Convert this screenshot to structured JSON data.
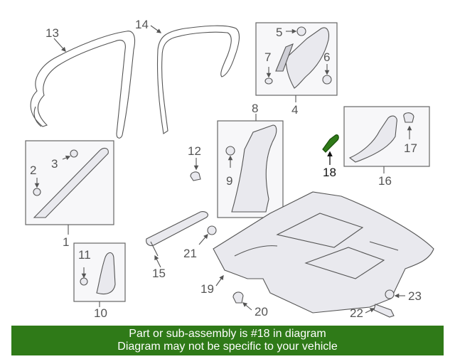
{
  "callouts": {
    "c1": "1",
    "c2": "2",
    "c3": "3",
    "c4": "4",
    "c5": "5",
    "c6": "6",
    "c7": "7",
    "c8": "8",
    "c9": "9",
    "c10": "10",
    "c11": "11",
    "c12": "12",
    "c13": "13",
    "c14": "14",
    "c15": "15",
    "c16": "16",
    "c17": "17",
    "c18": "18",
    "c19": "19",
    "c20": "20",
    "c21": "21",
    "c22": "22",
    "c23": "23"
  },
  "highlight": {
    "part_number": "18",
    "color": "#2f7a18"
  },
  "banner": {
    "line1": "Part or sub-assembly is #18 in diagram",
    "line2": "Diagram may not be specific to your vehicle",
    "background": "#2f7a18"
  }
}
